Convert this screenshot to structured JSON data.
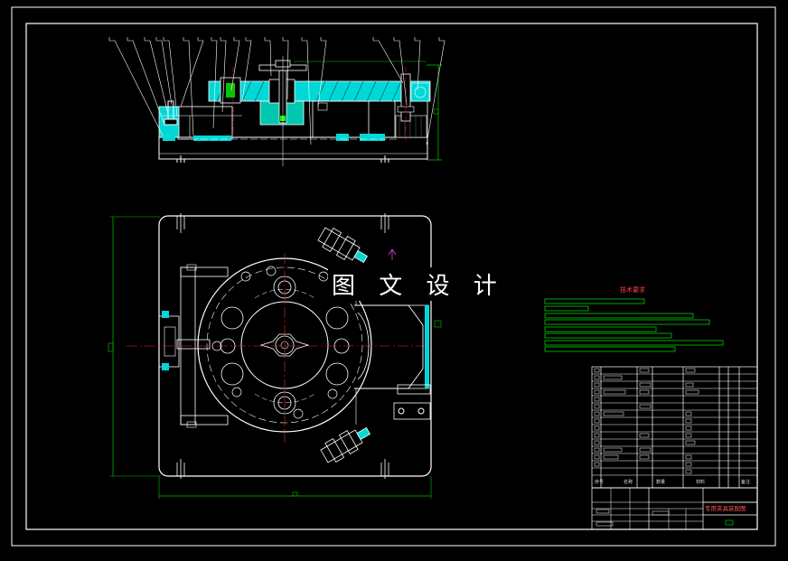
{
  "watermark": "图 文 设 计",
  "colors": {
    "background": "#000000",
    "outline": "#ffffff",
    "section_hatch": "#00e5e5",
    "dimension": "#00c800",
    "center_line": "#ff2020",
    "leader": "#ffffff",
    "notes_text": "#00d000",
    "title_red": "#ff3030"
  },
  "drawing": {
    "type": "fixture assembly drawing",
    "views": [
      "front section view",
      "top view"
    ],
    "notes_title": "技术要求",
    "title_block": {
      "drawing_name": "专用夹具装配图",
      "row_labels": [
        "序号",
        "名称",
        "数量",
        "材料",
        "备注"
      ]
    }
  }
}
